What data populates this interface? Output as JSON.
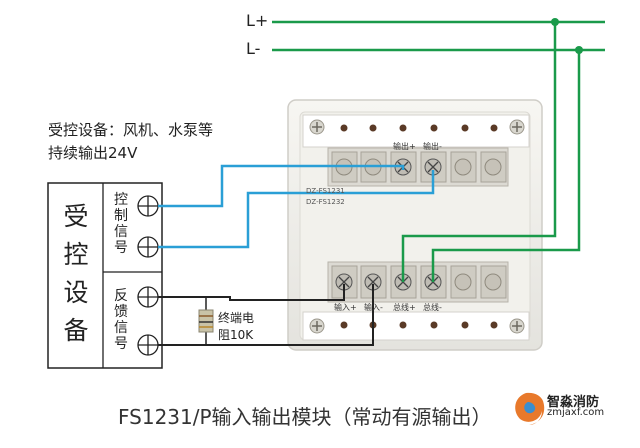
{
  "bus": {
    "positive": "L+",
    "negative": "L-"
  },
  "controlled_note": {
    "line1": "受控设备：风机、水泵等",
    "line2": "持续输出24V"
  },
  "device": {
    "title": [
      "受",
      "控",
      "设",
      "备"
    ],
    "control_signal": [
      "控",
      "制",
      "信",
      "号"
    ],
    "feedback_signal": [
      "反",
      "馈",
      "信",
      "号"
    ]
  },
  "resistor": {
    "line1": "终端电",
    "line2": "阻10K"
  },
  "module": {
    "model_line1": "DZ-FS1231",
    "model_line2": "DZ-FS1232",
    "top_terminals": [
      "输出+",
      "输出-"
    ],
    "bottom_terminals": [
      "输入+",
      "输入-",
      "总线+",
      "总线-"
    ]
  },
  "caption": "FS1231/P输入输出模块（常动有源输出）",
  "logo": {
    "name": "智淼消防",
    "site": "zmjaxf.com"
  },
  "colors": {
    "bus_wire": "#1a9a4a",
    "output_wire": "#2a9fd6",
    "input_wire": "#222222"
  }
}
